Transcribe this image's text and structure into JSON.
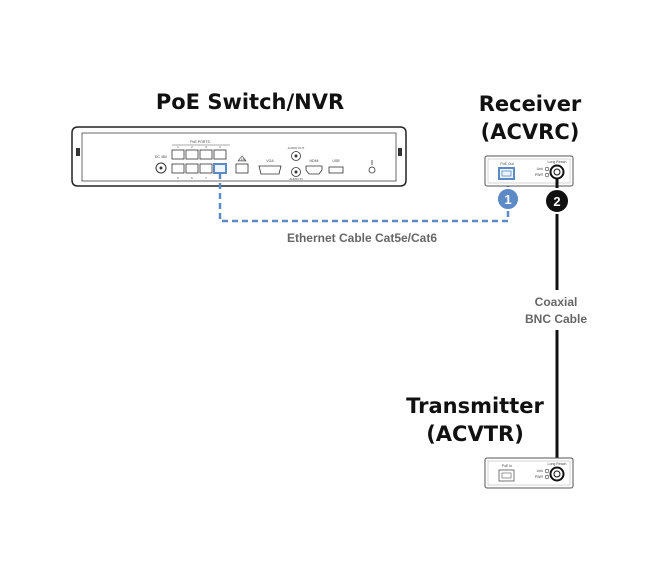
{
  "nvr": {
    "title": "PoE Switch/NVR",
    "panel": {
      "poe_ports_label": "PoE PORTS",
      "port_numbers": [
        "1",
        "2",
        "3",
        "4",
        "5",
        "6",
        "7",
        "8"
      ],
      "power_label": "DC 48V",
      "lan_label": "LAN",
      "vga_label": "VGA",
      "audio_out_label": "AUDIO OUT",
      "audio_in_label": "AUDIO IN",
      "hdmi_label": "HDMI",
      "usb_label": "USB"
    }
  },
  "receiver": {
    "title_line1": "Receiver",
    "title_line2": "(ACVRC)",
    "port_label": "PoE Out",
    "link_label": "Link",
    "pwr_label": "PWR",
    "long_reach_label": "Long Reach"
  },
  "transmitter": {
    "title_line1": "Transmitter",
    "title_line2": "(ACVTR)",
    "port_label": "PoE In",
    "link_label": "Link",
    "pwr_label": "PWR",
    "long_reach_label": "Long Reach"
  },
  "connections": [
    {
      "step": "1",
      "label": "Ethernet Cable Cat5e/Cat6",
      "style": "dashed",
      "color": "#5b8ac6"
    },
    {
      "step": "2",
      "label_line1": "Coaxial",
      "label_line2": "BNC Cable",
      "style": "solid",
      "color": "#111111"
    }
  ]
}
